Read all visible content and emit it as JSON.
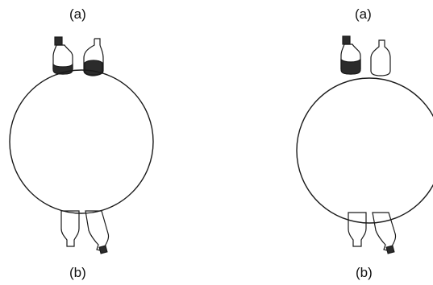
{
  "panels": [
    {
      "top_label": "(a)",
      "bottom_label": "(b)"
    },
    {
      "top_label": "(a)",
      "bottom_label": "(b)"
    }
  ],
  "colors": {
    "ink": "#1a1a1a",
    "dark_fill": "#2b2b2b",
    "background": "#ffffff"
  }
}
